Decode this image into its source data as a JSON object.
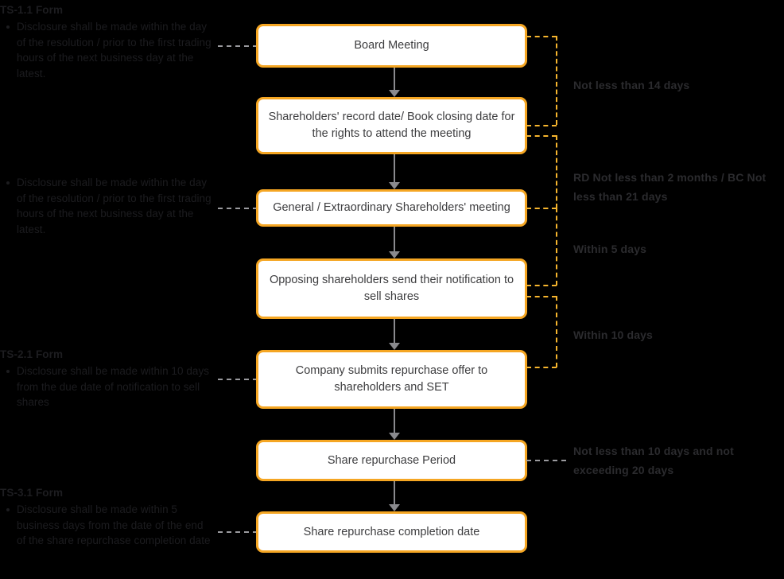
{
  "diagram": {
    "title": "Share repurchase (voluntary tender) process timeline",
    "colors": {
      "background": "#000000",
      "box_border": "#f5a623",
      "box_fill": "#ffffff",
      "box_text": "#3d3d3f",
      "arrow": "#8a8a8e",
      "connector_amber": "#f6b52e",
      "connector_gray": "#9a9a9e",
      "note_text": "#1c1c1f",
      "right_label_text": "#2b2b2e"
    }
  },
  "left_notes": [
    {
      "title": "TS-1.1 Form",
      "bullets": [
        "Disclosure shall be made within the day of the resolution / prior to the first trading hours of the next business day at the latest."
      ]
    },
    {
      "title": "",
      "bullets": [
        "Disclosure shall be made within the day of the resolution / prior to the first trading hours of the next business day at the latest."
      ]
    },
    {
      "title": "TS-2.1 Form",
      "bullets": [
        "Disclosure shall be made within 10 days from the due date of notification to sell shares"
      ]
    },
    {
      "title": "TS-3.1 Form",
      "bullets": [
        "Disclosure shall be made within 5 business days from the date of the end of the share repurchase completion date"
      ]
    }
  ],
  "steps": [
    {
      "id": "board-meeting",
      "label": "Board Meeting"
    },
    {
      "id": "record-date",
      "label": "Shareholders' record date/ Book closing date for the rights to attend the meeting"
    },
    {
      "id": "shareholders-meeting",
      "label": "General / Extraordinary Shareholders' meeting"
    },
    {
      "id": "opposing-notification",
      "label": "Opposing shareholders send their notification to sell shares"
    },
    {
      "id": "repurchase-offer",
      "label": "Company submits repurchase offer to shareholders and SET"
    },
    {
      "id": "repurchase-period",
      "label": "Share repurchase Period"
    },
    {
      "id": "completion-date",
      "label": "Share repurchase completion date"
    }
  ],
  "right_labels": [
    {
      "id": "interval-1",
      "text": "Not less than 14 days"
    },
    {
      "id": "interval-2",
      "text": "RD Not less than 2 months / BC Not less than 21 days"
    },
    {
      "id": "interval-3",
      "text": "Within 5 days"
    },
    {
      "id": "interval-4",
      "text": "Within 10 days"
    },
    {
      "id": "interval-5",
      "text": "Not less than 10 days and not exceeding 20 days"
    }
  ]
}
